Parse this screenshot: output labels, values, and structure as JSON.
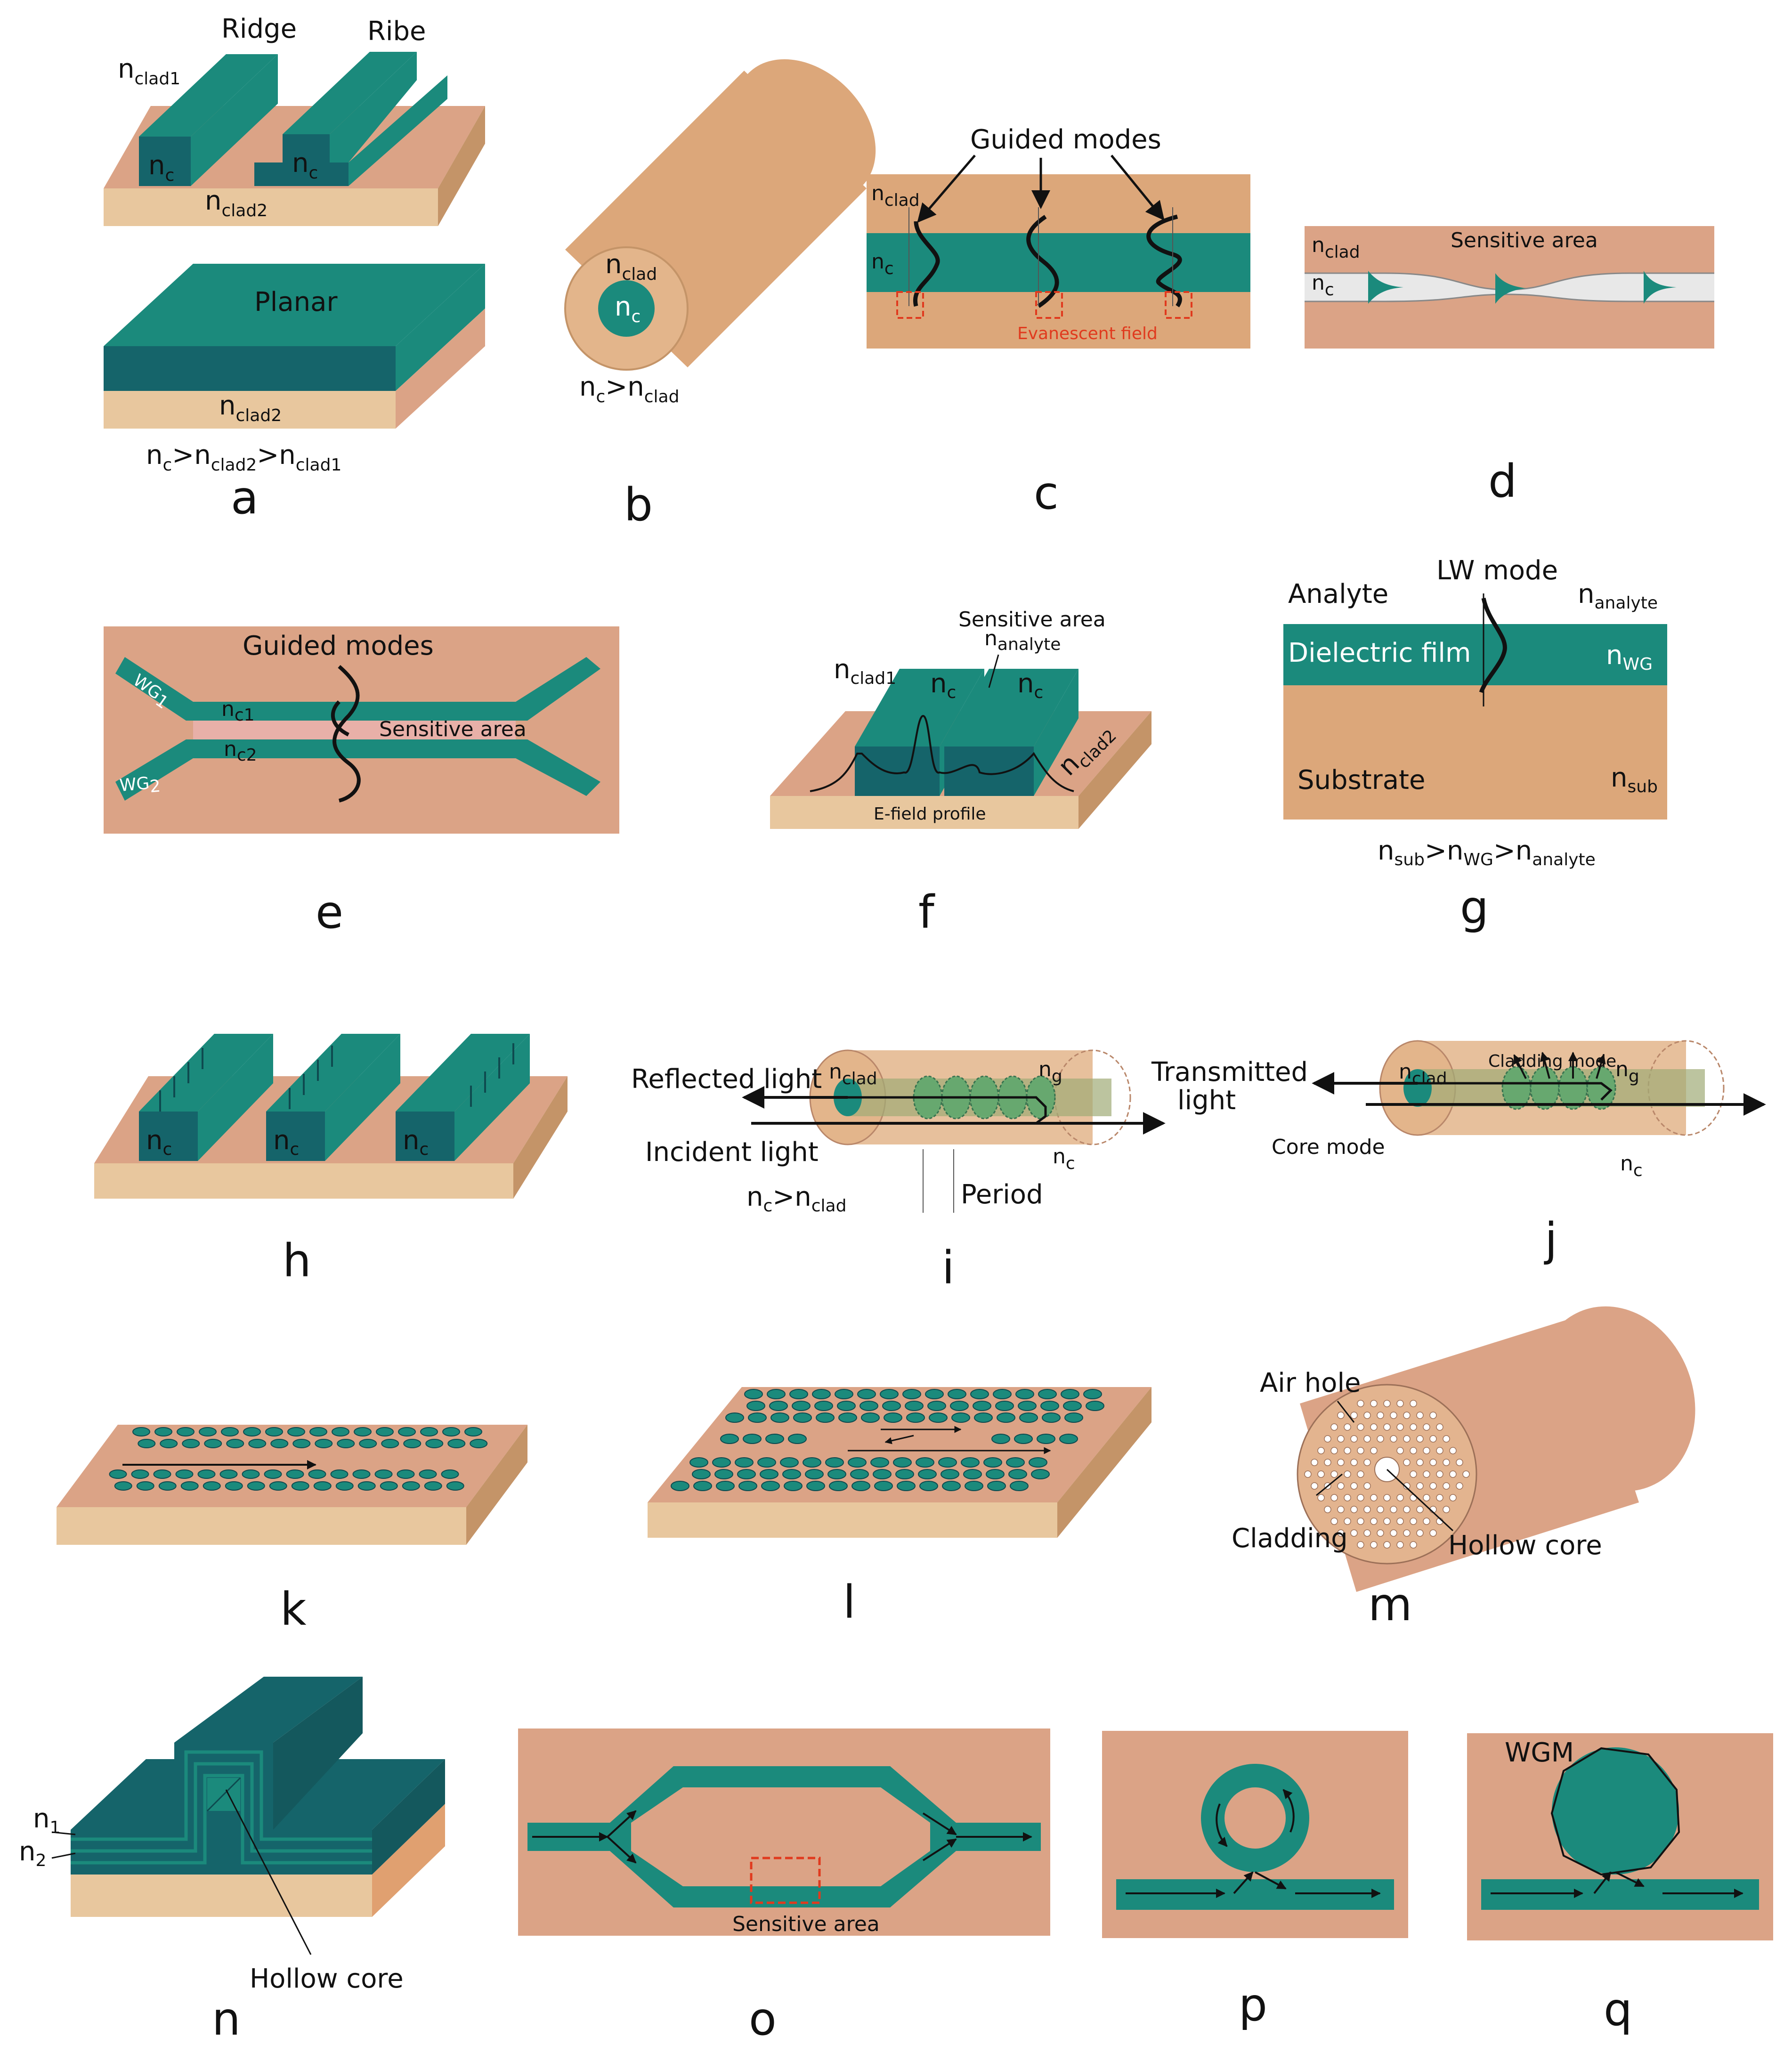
{
  "colors": {
    "teal": "#1b8a7c",
    "teal_dark": "#15646a",
    "tan": "#dca77a",
    "tan_light": "#e8c79e",
    "clad_pink": "#dba386",
    "red_dash": "#e03a1e"
  },
  "panels": {
    "a": {
      "letter": "a",
      "ridge": "Ridge",
      "ribe": "Ribe",
      "nclad1": "n",
      "nclad1_sub": "clad1",
      "nc": "n",
      "nc_sub": "c",
      "nclad2": "n",
      "nclad2_sub": "clad2",
      "planar": "Planar",
      "relation": "n",
      "relation_sub1": "c",
      "relation_mid1": ">n",
      "relation_sub2": "clad2",
      "relation_mid2": ">n",
      "relation_sub3": "clad1"
    },
    "b": {
      "letter": "b",
      "nclad": "n",
      "nclad_sub": "clad",
      "nc": "n",
      "nc_sub": "c",
      "relation": "n",
      "relation_sub1": "c",
      "relation_mid": ">n",
      "relation_sub2": "clad"
    },
    "c": {
      "letter": "c",
      "guided_modes": "Guided modes",
      "nclad": "n",
      "nclad_sub": "clad",
      "nc": "n",
      "nc_sub": "c",
      "evanescent": "Evanescent field"
    },
    "d": {
      "letter": "d",
      "nclad": "n",
      "nclad_sub": "clad",
      "nc": "n",
      "nc_sub": "c",
      "sensitive": "Sensitive area"
    },
    "e": {
      "letter": "e",
      "guided_modes": "Guided modes",
      "wg1": "WG",
      "wg1_sub": "1",
      "wg2": "WG",
      "wg2_sub": "2",
      "nc1": "n",
      "nc1_sub": "c1",
      "nc2": "n",
      "nc2_sub": "c2",
      "sensitive": "Sensitive area"
    },
    "f": {
      "letter": "f",
      "sensitive": "Sensitive area",
      "nanalyte": "n",
      "nanalyte_sub": "analyte",
      "nclad1": "n",
      "nclad1_sub": "clad1",
      "nc": "n",
      "nc_sub": "c",
      "nclad2": "n",
      "nclad2_sub": "clad2",
      "efield": "E-field profile"
    },
    "g": {
      "letter": "g",
      "lw_mode": "LW mode",
      "analyte": "Analyte",
      "nanalyte": "n",
      "nanalyte_sub": "analyte",
      "film": "Dielectric film",
      "nwg": "n",
      "nwg_sub": "WG",
      "substrate": "Substrate",
      "nsub": "n",
      "nsub_sub": "sub",
      "relation": "n",
      "relation_sub1": "sub",
      "relation_mid1": ">n",
      "relation_sub2": "WG",
      "relation_mid2": ">n",
      "relation_sub3": "analyte"
    },
    "h": {
      "letter": "h",
      "nc": "n",
      "nc_sub": "c"
    },
    "i": {
      "letter": "i",
      "reflected": "Reflected light",
      "incident": "Incident light",
      "transmitted1": "Transmitted",
      "transmitted2": "light",
      "nclad": "n",
      "nclad_sub": "clad",
      "ng": "n",
      "ng_sub": "g",
      "nc": "n",
      "nc_sub": "c",
      "relation": "n",
      "relation_sub1": "c",
      "relation_mid": ">n",
      "relation_sub2": "clad",
      "period": "Period"
    },
    "j": {
      "letter": "j",
      "nclad": "n",
      "nclad_sub": "clad",
      "cladding_mode": "Cladding mode",
      "ng": "n",
      "ng_sub": "g",
      "core_mode": "Core mode",
      "nc": "n",
      "nc_sub": "c"
    },
    "k": {
      "letter": "k"
    },
    "l": {
      "letter": "l"
    },
    "m": {
      "letter": "m",
      "air_hole": "Air hole",
      "cladding": "Cladding",
      "hollow_core": "Hollow core"
    },
    "n": {
      "letter": "n",
      "n1": "n",
      "n1_sub": "1",
      "n2": "n",
      "n2_sub": "2",
      "hollow_core": "Hollow core"
    },
    "o": {
      "letter": "o",
      "sensitive": "Sensitive area"
    },
    "p": {
      "letter": "p"
    },
    "q": {
      "letter": "q",
      "wgm": "WGM"
    }
  }
}
